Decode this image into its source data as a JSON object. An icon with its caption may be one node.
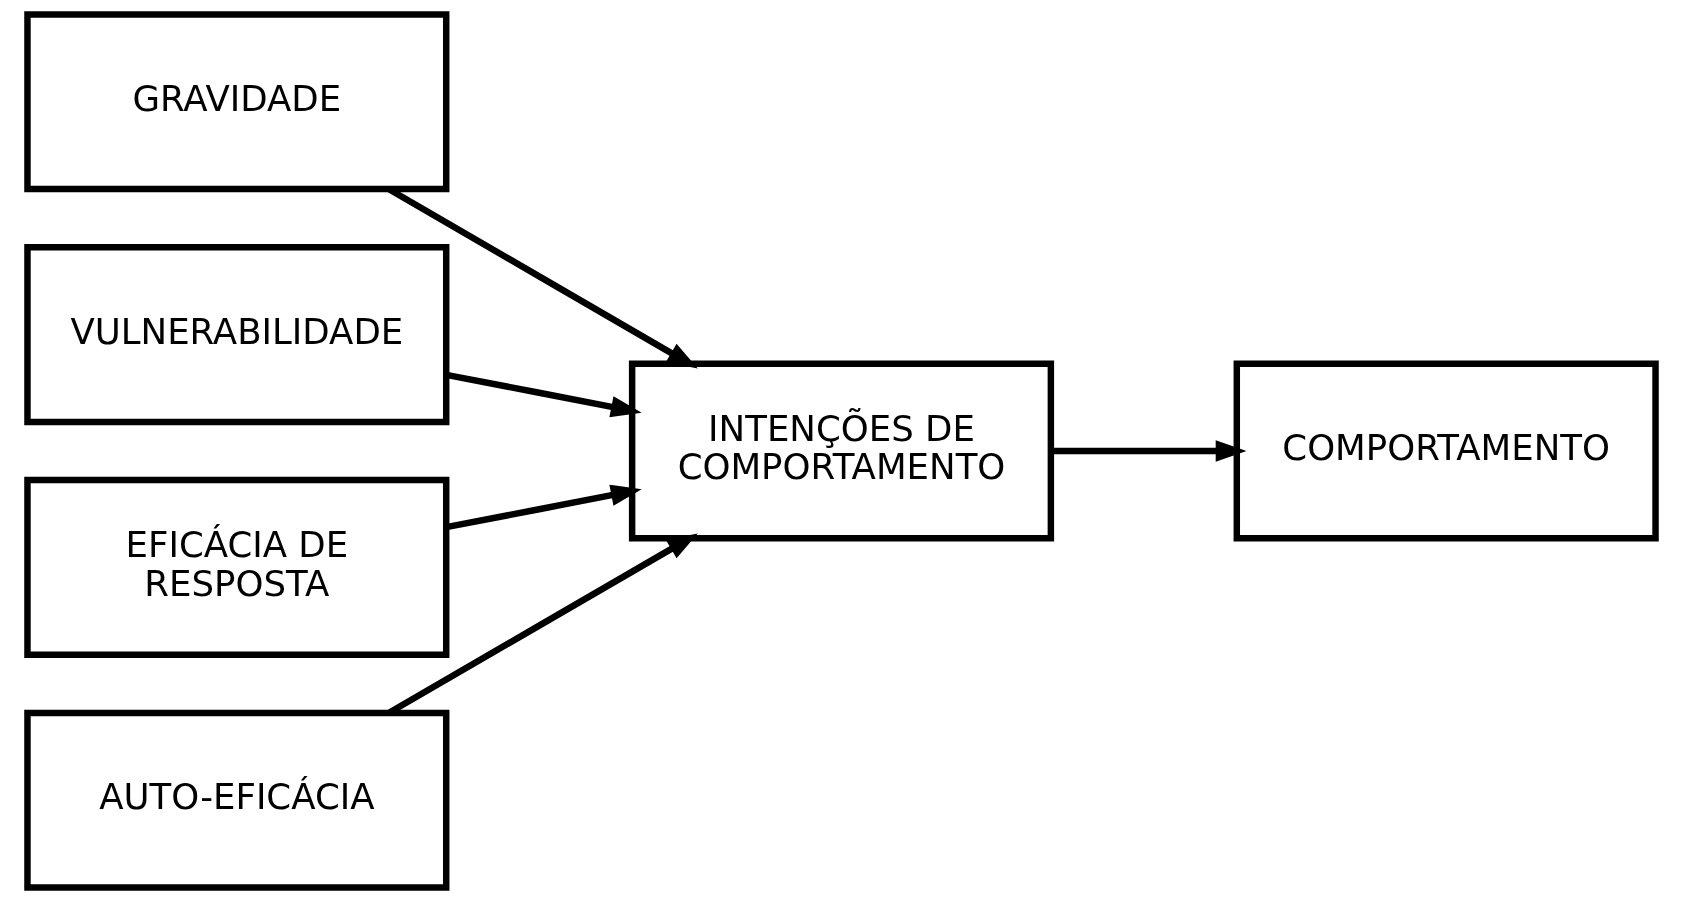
{
  "diagram": {
    "nodes": [
      {
        "text": [
          "GRAVIDADE"
        ]
      },
      {
        "text": [
          "VULNERABILIDADE"
        ]
      },
      {
        "text": [
          "EFICÁCIA DE RESPOSTA"
        ]
      },
      {
        "text": [
          "AUTO-EFICÁCIA"
        ]
      },
      {
        "text": [
          "INTENÇÕES DE COMPORTAMENTO"
        ]
      },
      {
        "text": [
          "COMPORTAMENTO"
        ]
      }
    ],
    "edges": [
      {
        "from": 0,
        "to": 4,
        "arrow": "to"
      },
      {
        "from": 1,
        "to": 4,
        "arrow": "to"
      },
      {
        "from": 2,
        "to": 4,
        "arrow": "to"
      },
      {
        "from": 3,
        "to": 4,
        "arrow": "to"
      },
      {
        "from": 4,
        "to": 5,
        "arrow": "to"
      }
    ]
  }
}
